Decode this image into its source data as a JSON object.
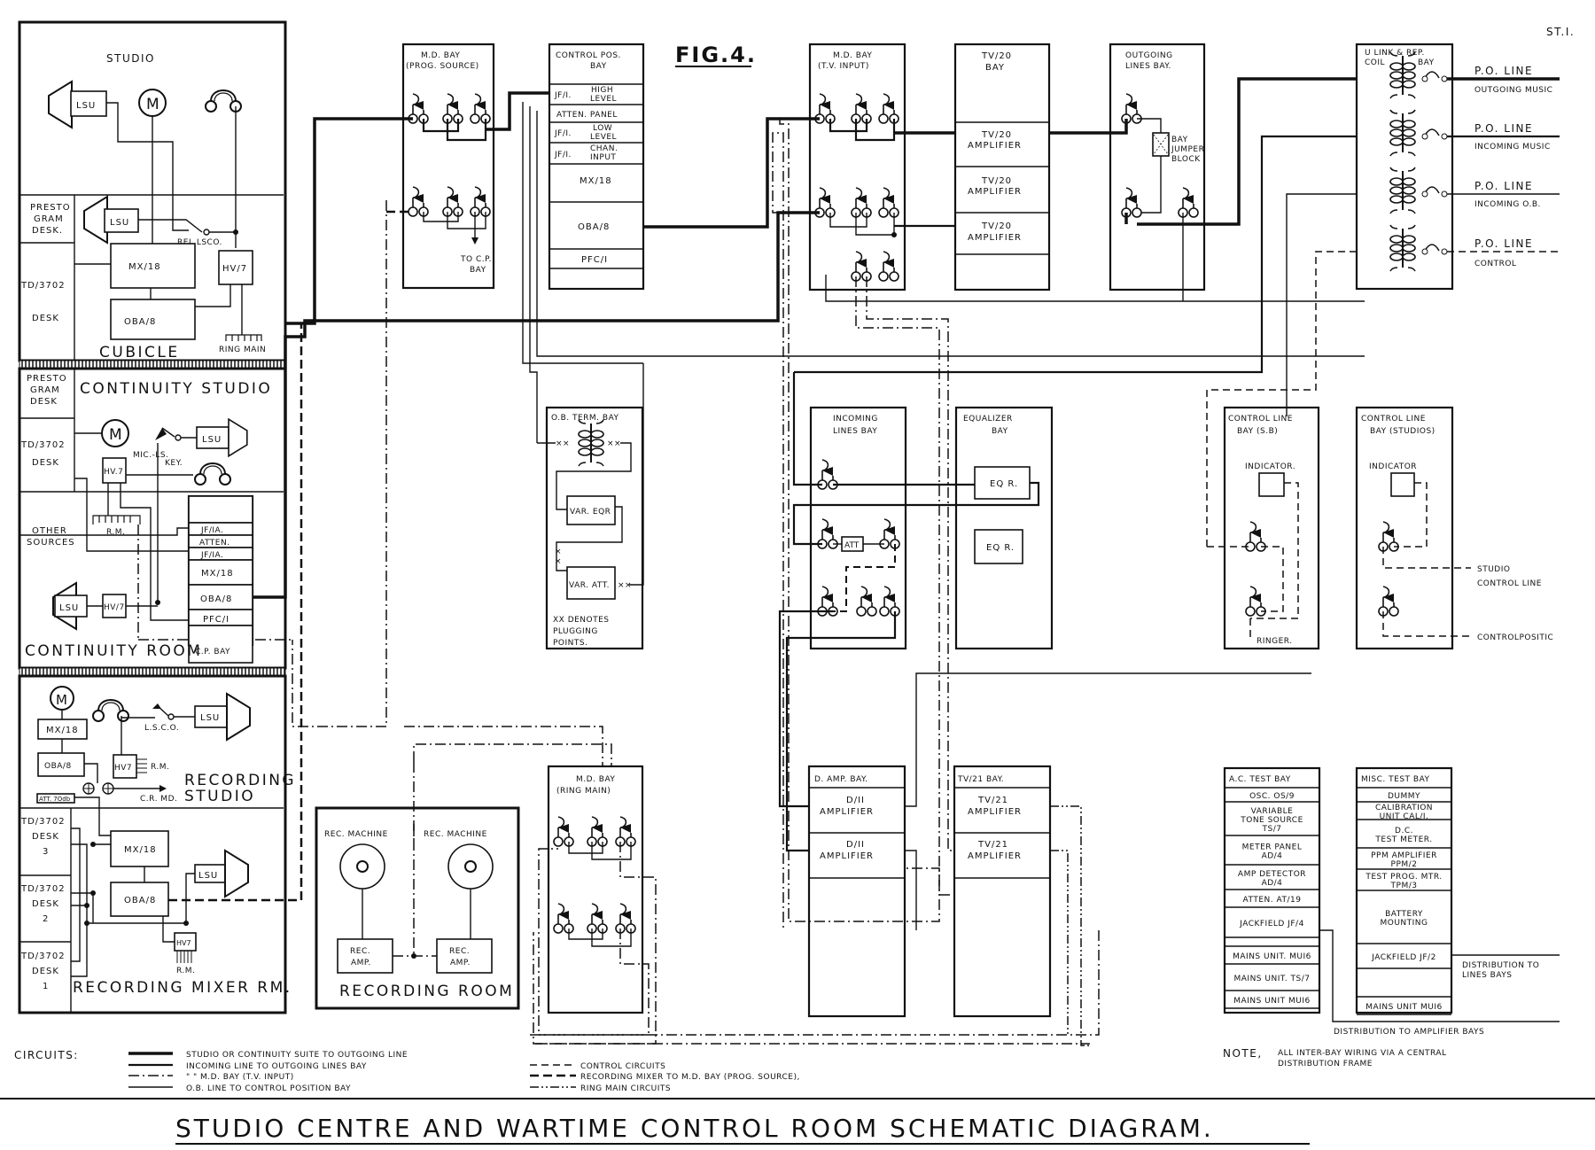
{
  "sheet_ref": "ST.I.",
  "figure_label": "FIG.4.",
  "title": "STUDIO CENTRE AND WARTIME CONTROL ROOM SCHEMATIC DIAGRAM.",
  "rooms": {
    "studio": {
      "label": "STUDIO",
      "lsu": "LSU",
      "mic": "M",
      "presto_desk": [
        "PRESTO",
        "GRAM",
        "DESK."
      ],
      "lsu2": "LSU",
      "switch_label": "REL.LSCO.",
      "td_desk": [
        "TD/3702",
        "DESK"
      ],
      "mx": "MX/18",
      "hv": "HV/7",
      "oba": "OBA/8",
      "cubicle": "CUBICLE",
      "ring_main": "RING MAIN"
    },
    "continuity": {
      "studio_label": "CONTINUITY STUDIO",
      "presto_desk": [
        "PRESTO",
        "GRAM",
        "DESK"
      ],
      "td_desk": [
        "TD/3702",
        "DESK"
      ],
      "mic": "M",
      "key_label": [
        "MIC.-LS.",
        "KEY."
      ],
      "lsu": "LSU",
      "hv": "HV.7",
      "rm": "R.M.",
      "other_sources": [
        "OTHER",
        "SOURCES"
      ],
      "cp_stack": [
        "JF/IA.",
        "ATTEN.",
        "JF/IA.",
        "MX/18",
        "OBA/8",
        "PFC/I"
      ],
      "lsu2": "LSU",
      "hv2": "HV/7",
      "room_label": "CONTINUITY ROOM",
      "cp_bay": "C.P. BAY"
    },
    "recording": {
      "mic": "M",
      "mx": "MX/18",
      "oba": "OBA/8",
      "hv": "HV7",
      "rm": "R.M.",
      "lsco": "L.S.C.O.",
      "lsu": "LSU",
      "att": "ATT. 7Odb",
      "crmd": "C.R. MD.",
      "studio_label": [
        "RECORDING",
        "STUDIO"
      ],
      "desks": [
        [
          "TD/3702",
          "DESK",
          "3"
        ],
        [
          "TD/3702",
          "DESK",
          "2"
        ],
        [
          "TD/3702",
          "DESK",
          "1"
        ]
      ],
      "mx2": "MX/18",
      "oba2": "OBA/8",
      "lsu2": "LSU",
      "hv2": "HV7",
      "rm2": "R.M.",
      "mixer_label": "RECORDING MIXER RM."
    },
    "recording_room": {
      "machines": [
        "REC. MACHINE",
        "REC. MACHINE"
      ],
      "amps": [
        [
          "REC.",
          "AMP."
        ],
        [
          "REC.",
          "AMP."
        ]
      ],
      "label": "RECORDING ROOM"
    }
  },
  "bays": {
    "md_prog": {
      "title": [
        "M.D. BAY",
        "(PROG. SOURCE)"
      ],
      "to_cp": [
        "TO C.P.",
        "BAY"
      ]
    },
    "control_pos": {
      "title": [
        "CONTROL POS.",
        "BAY"
      ],
      "rows": [
        {
          "a": "JF/I.",
          "b": [
            "HIGH",
            "LEVEL"
          ]
        },
        {
          "a": "ATTEN. PANEL",
          "b": []
        },
        {
          "a": "JF/I.",
          "b": [
            "LOW",
            "LEVEL"
          ]
        },
        {
          "a": "JF/I.",
          "b": [
            "CHAN.",
            "INPUT"
          ]
        },
        {
          "a": "MX/18",
          "b": []
        },
        {
          "a": "OBA/8",
          "b": []
        },
        {
          "a": "PFC/I",
          "b": []
        }
      ]
    },
    "md_tv": {
      "title": [
        "M.D. BAY",
        "(T.V. INPUT)"
      ]
    },
    "tv20": {
      "title": [
        "TV/20",
        "BAY"
      ],
      "amps": [
        [
          "TV/20",
          "AMPLIFIER"
        ],
        [
          "TV/20",
          "AMPLIFIER"
        ],
        [
          "TV/20",
          "AMPLIFIER"
        ]
      ]
    },
    "outgoing": {
      "title": [
        "OUTGOING",
        "LINES BAY."
      ],
      "jumper": [
        "BAY",
        "JUMPER",
        "BLOCK"
      ]
    },
    "ulink": {
      "title": [
        "U LINK & REP.",
        "COIL",
        "BAY"
      ],
      "lines": [
        {
          "name": "P.O. LINE",
          "sub": "OUTGOING MUSIC"
        },
        {
          "name": "P.O. LINE",
          "sub": "INCOMING MUSIC"
        },
        {
          "name": "P.O. LINE",
          "sub": "INCOMING O.B."
        },
        {
          "name": "P.O. LINE",
          "sub": "CONTROL"
        }
      ]
    },
    "ob_term": {
      "title": "O.B. TERM. BAY",
      "var_eqr": "VAR. EQR",
      "var_att": "VAR. ATT.",
      "note": [
        "XX DENOTES",
        "PLUGGING",
        "POINTS."
      ]
    },
    "incoming": {
      "title": [
        "INCOMING",
        "LINES BAY"
      ],
      "att": "ATT"
    },
    "equalizer": {
      "title": [
        "EQUALIZER",
        "BAY"
      ],
      "eqr": [
        "EQ R.",
        "EQ R."
      ]
    },
    "ctrl_sb": {
      "title": [
        "CONTROL LINE",
        "BAY (S.B)"
      ],
      "indicator": "INDICATOR.",
      "ringer": "RINGER."
    },
    "ctrl_studios": {
      "title": [
        "CONTROL LINE",
        "BAY (STUDIOS)"
      ],
      "indicator": "INDICATOR",
      "studio_line": [
        "STUDIO",
        "CONTROL LINE"
      ],
      "control_pos": "CONTROLPOSITIC"
    },
    "md_ring": {
      "title": [
        "M.D. BAY",
        "(RING MAIN)"
      ]
    },
    "damp": {
      "title": "D. AMP. BAY.",
      "amps": [
        [
          "D/II",
          "AMPLIFIER"
        ],
        [
          "D/II",
          "AMPLIFIER"
        ]
      ]
    },
    "tv21": {
      "title": "TV/21 BAY.",
      "amps": [
        [
          "TV/21",
          "AMPLIFIER"
        ],
        [
          "TV/21",
          "AMPLIFIER"
        ]
      ]
    },
    "ac_test": {
      "title": "A.C. TEST BAY",
      "rows": [
        [
          "OSC. OS/9"
        ],
        [
          "VARIABLE",
          "TONE SOURCE",
          "TS/7"
        ],
        [
          "METER PANEL",
          "AD/4"
        ],
        [
          "AMP DETECTOR",
          "AD/4"
        ],
        [
          "ATTEN. AT/19"
        ],
        [
          "JACKFIELD JF/4"
        ],
        [
          ""
        ],
        [
          "MAINS UNIT. MUI6"
        ],
        [
          "MAINS UNIT. TS/7"
        ],
        [
          "MAINS UNIT MUI6"
        ]
      ]
    },
    "misc_test": {
      "title": "MISC. TEST BAY",
      "rows": [
        [
          "DUMMY"
        ],
        [
          "CALIBRATION",
          "UNIT CAL/I."
        ],
        [
          "D.C.",
          "TEST METER."
        ],
        [
          "PPM AMPLIFIER",
          "PPM/2"
        ],
        [
          "TEST PROG. MTR.",
          "TPM/3"
        ],
        [
          "BATTERY",
          "MOUNTING"
        ],
        [
          "JACKFIELD JF/2"
        ],
        [
          ""
        ],
        [
          "MAINS UNIT MUI6"
        ]
      ]
    }
  },
  "distribution": {
    "lines_bays": [
      "DISTRIBUTION TO",
      "LINES BAYS"
    ],
    "amp_bays": "DISTRIBUTION TO AMPLIFIER BAYS"
  },
  "note": {
    "label": "NOTE,",
    "text": [
      "ALL INTER-BAY WIRING VIA A CENTRAL",
      "DISTRIBUTION FRAME"
    ]
  },
  "legend": {
    "label": "CIRCUITS:",
    "left": [
      {
        "style": "thick",
        "text": "STUDIO OR CONTINUITY SUITE TO OUTGOING LINE"
      },
      {
        "style": "med",
        "text": "INCOMING LINE TO OUTGOING LINES BAY"
      },
      {
        "style": "dashdot",
        "text": "\"          \"          M.D. BAY (T.V. INPUT)"
      },
      {
        "style": "thin",
        "text": "O.B. LINE TO CONTROL POSITION BAY"
      }
    ],
    "right": [
      {
        "style": "dash",
        "text": "CONTROL CIRCUITS"
      },
      {
        "style": "heavydash",
        "text": "RECORDING MIXER  TO M.D. BAY (PROG. SOURCE),"
      },
      {
        "style": "dashdot2",
        "text": "RING MAIN CIRCUITS"
      }
    ]
  }
}
